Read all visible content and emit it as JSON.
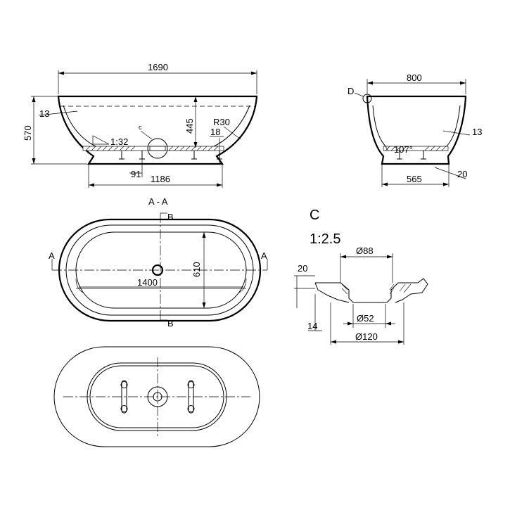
{
  "side_view": {
    "length": "1690",
    "height": "570",
    "wall": "13",
    "inner_depth": "445",
    "radius": "R30",
    "rim": "18",
    "slope": "1:32",
    "drain_ref": "c",
    "foot_offset": "91",
    "base_length": "1186"
  },
  "end_view": {
    "width": "800",
    "detail_ref": "D",
    "wall": "13",
    "angle": "107°",
    "base": "565",
    "foot": "20"
  },
  "section_view": {
    "title": "A - A",
    "section_a_left": "A",
    "section_a_right": "A",
    "section_b_top": "B",
    "section_b_bottom": "B",
    "inner_length": "1400",
    "inner_width": "610"
  },
  "detail_c": {
    "label": "C",
    "scale": "1:2.5",
    "top_dia": "Ø88",
    "rim_height": "20",
    "thickness": "14",
    "inner_dia": "Ø52",
    "outer_dia": "Ø120"
  },
  "bottom_view": {}
}
